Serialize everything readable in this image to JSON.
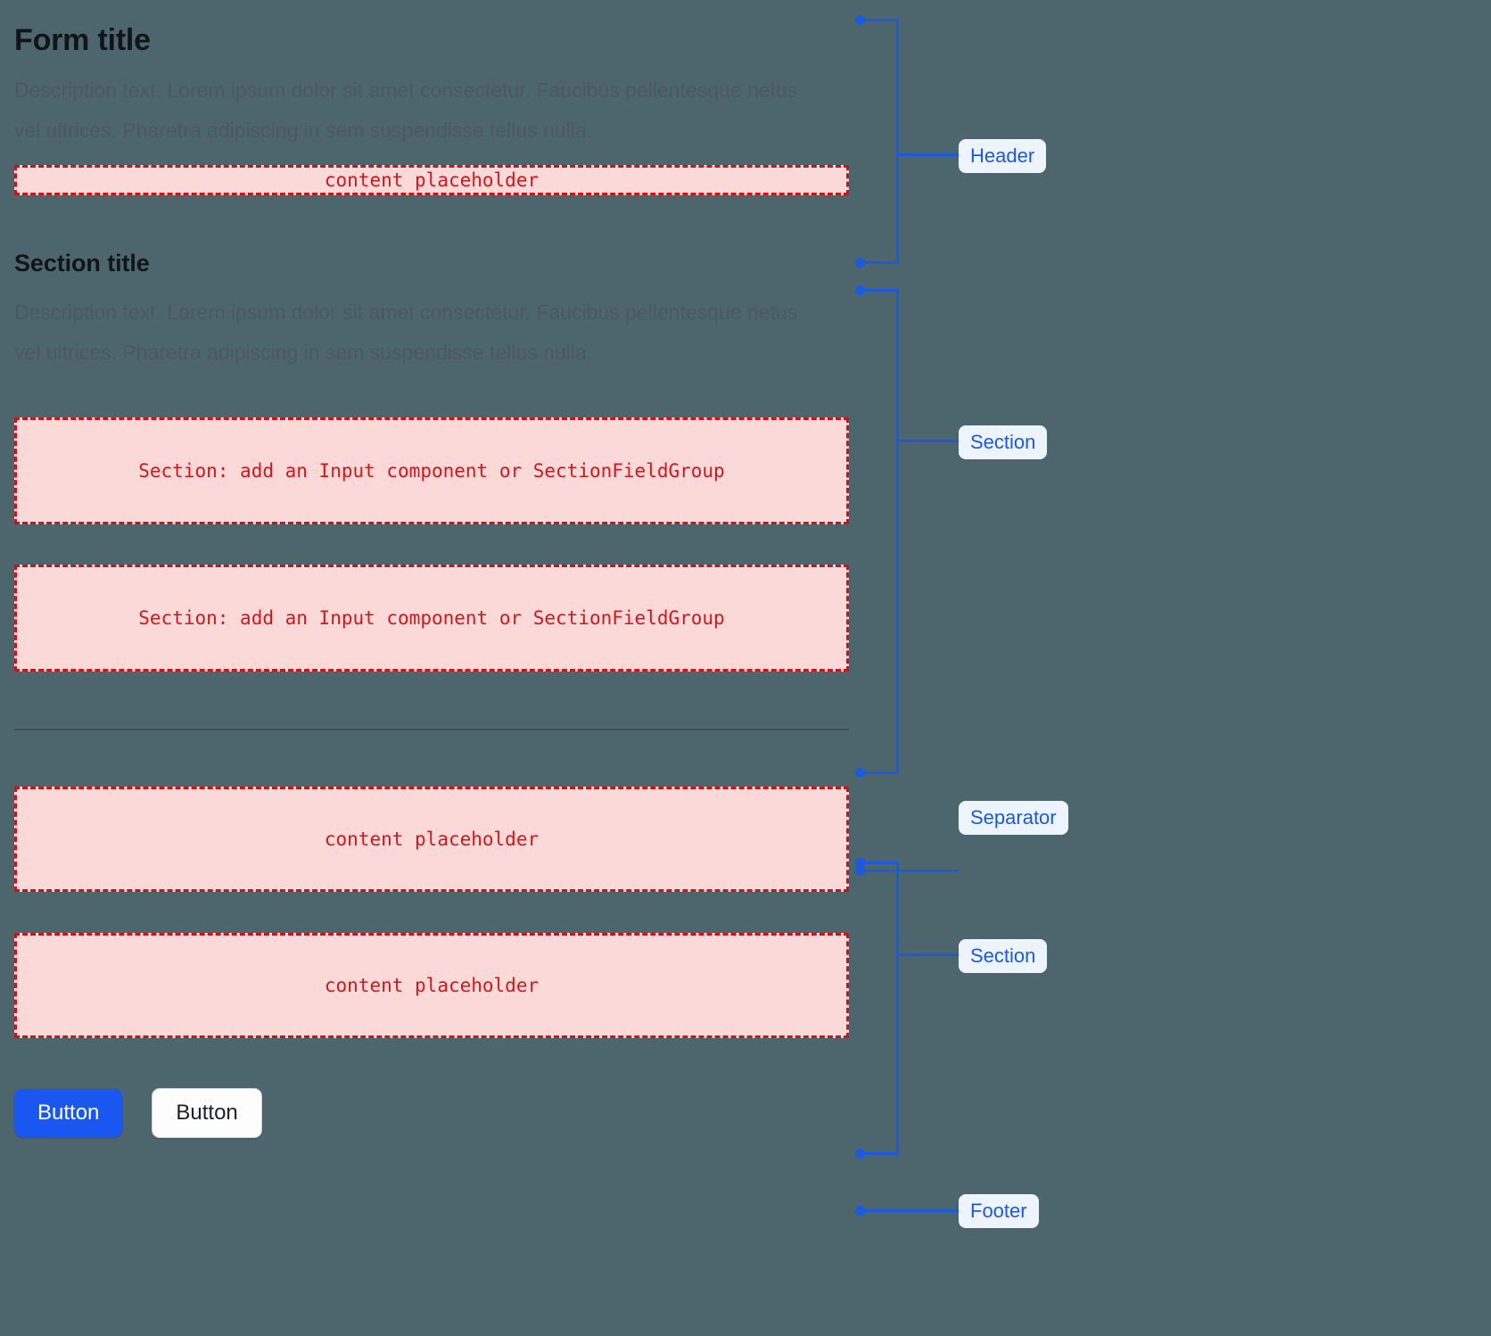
{
  "background_color": "#4d666e",
  "accent_color": "#1b5ae0",
  "placeholder_color": "#d2181b",
  "header": {
    "title": "Form title",
    "description": "Description text. Lorem ipsum dolor sit amet consectetur. Faucibus pellentesque netus vel ultrices. Pharetra adipiscing in sem suspendisse tellus nulla.",
    "content_placeholder": "content placeholder"
  },
  "section": {
    "title": "Section title",
    "description": "Description text. Lorem ipsum dolor sit amet consectetur. Faucibus pellentesque netus vel ultrices. Pharetra adipiscing in sem suspendisse tellus nulla.",
    "field_placeholder_1": "Section: add an Input component or SectionFieldGroup",
    "field_placeholder_2": "Section: add an Input component or SectionFieldGroup"
  },
  "section_two": {
    "content_placeholder_1": "content placeholder",
    "content_placeholder_2": "content placeholder"
  },
  "footer": {
    "primary_button": "Button",
    "secondary_button": "Button"
  },
  "annotations": {
    "header": "Header",
    "section_one": "Section",
    "separator": "Separator",
    "section_two": "Section",
    "footer": "Footer"
  }
}
